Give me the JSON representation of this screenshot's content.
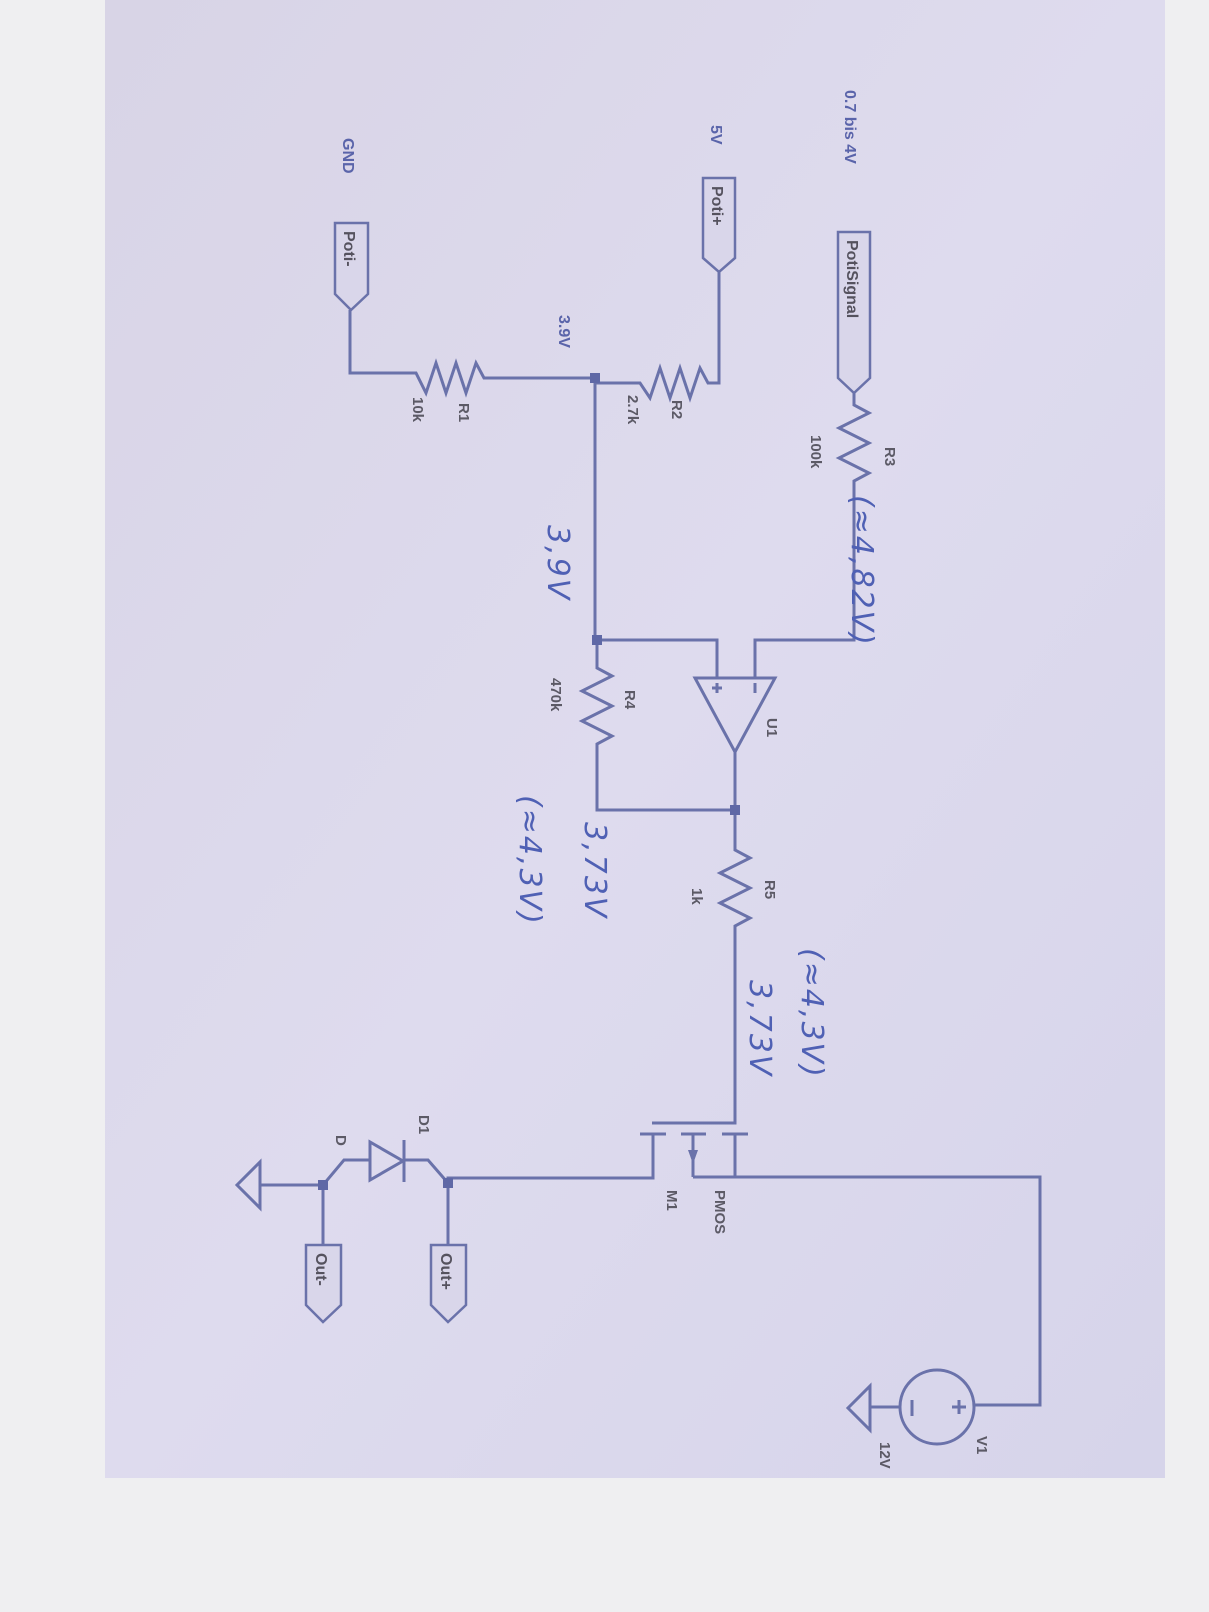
{
  "nets": {
    "potisignal_range": "0.7 bis 4V",
    "poti_plus_voltage": "5V",
    "poti_minus_voltage": "GND",
    "divider_voltage": "3.9V"
  },
  "flags": {
    "potisignal": "PotiSignal",
    "poti_plus": "Poti+",
    "poti_minus": "Poti-",
    "out_plus": "Out+",
    "out_minus": "Out-"
  },
  "components": {
    "r1": {
      "name": "R1",
      "value": "10k"
    },
    "r2": {
      "name": "R2",
      "value": "2.7k"
    },
    "r3": {
      "name": "R3",
      "value": "100k"
    },
    "r4": {
      "name": "R4",
      "value": "470k"
    },
    "r5": {
      "name": "R5",
      "value": "1k"
    },
    "u1": {
      "name": "U1"
    },
    "m1": {
      "name": "M1",
      "type": "PMOS"
    },
    "d1": {
      "name": "D1",
      "value": "D"
    },
    "v1": {
      "name": "V1",
      "value": "12V"
    }
  },
  "handwritten": {
    "r3_note": "(≈4,82V)",
    "divider_note": "3,9V",
    "opamp_out_note": "3,73V",
    "opamp_out_alt_note": "(≈4,3V)",
    "gate_note": "3,73V",
    "gate_alt_note": "(≈4,3V)"
  },
  "colors": {
    "wire": "#6a72aa",
    "paper": "#dcd9ec",
    "ink": "#4f60b4"
  }
}
